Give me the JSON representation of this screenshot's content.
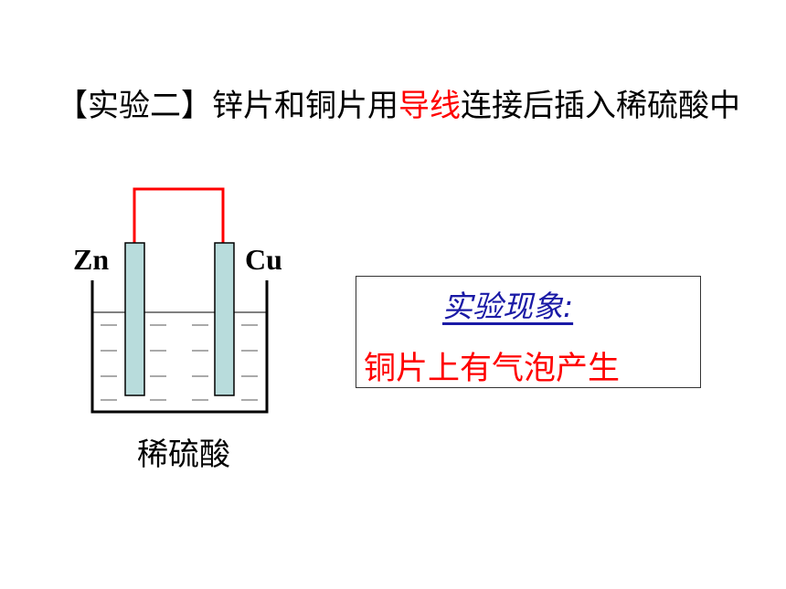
{
  "title": {
    "prefix": "【实验二】锌片和铜片用",
    "highlight": "导线",
    "suffix": "连接后插入稀硫酸中"
  },
  "diagram": {
    "left_electrode_label": "Zn",
    "right_electrode_label": "Cu",
    "solution_label": "稀硫酸",
    "wire_color": "#ff0000",
    "electrode_color": "#b8dcdc"
  },
  "observation": {
    "heading": "实验现象:",
    "result": "铜片上有气泡产生"
  },
  "colors": {
    "highlight": "#ff0000",
    "heading": "#1a1aa6"
  }
}
